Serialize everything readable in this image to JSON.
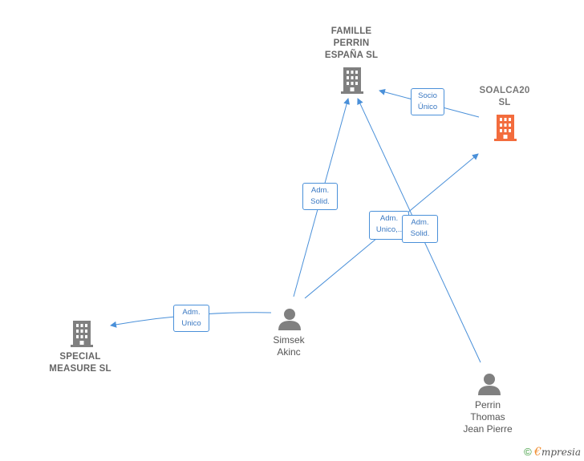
{
  "nodes": {
    "famille": {
      "label": "FAMILLE\nPERRIN\nESPAÑA  SL",
      "color": "#808080"
    },
    "soalca": {
      "label": "SOALCA20\nSL",
      "color": "#f36c3d"
    },
    "special": {
      "label": "SPECIAL\nMEASURE  SL",
      "color": "#808080"
    },
    "simsek": {
      "label": "Simsek\nAkinc",
      "color": "#808080"
    },
    "perrin": {
      "label": "Perrin\nThomas\nJean Pierre",
      "color": "#808080"
    }
  },
  "edges": {
    "socio_unico": "Socio\nÚnico",
    "simsek_famille": "Adm.\nSolid.",
    "simsek_soalca": "Adm.\nUnico,..",
    "perrin_famille": "Adm.\nSolid.",
    "simsek_special": "Adm.\nUnico"
  },
  "colors": {
    "edge": "#4a90d9",
    "highlight": "#f36c3d",
    "icon": "#808080"
  },
  "footer": {
    "copyright": "©",
    "brand_initial": "€",
    "brand_rest": "mpresia"
  }
}
